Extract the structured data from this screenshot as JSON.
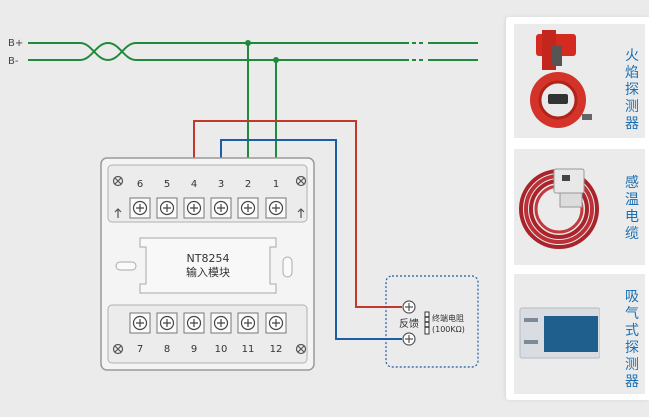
{
  "bus": {
    "plus": "B+",
    "minus": "B-"
  },
  "module": {
    "model": "NT8254",
    "name": "输入模块",
    "top_terminals": [
      "6",
      "5",
      "4",
      "3",
      "2",
      "1"
    ],
    "bottom_terminals": [
      "7",
      "8",
      "9",
      "10",
      "11",
      "12"
    ]
  },
  "feedback": {
    "label": "反馈",
    "resistor_label": "终端电阻",
    "resistor_value": "(100KΩ)"
  },
  "devices": [
    {
      "name": "火焰探测器",
      "icon": "flame-detector"
    },
    {
      "name": "感温电缆",
      "icon": "heat-sensing-cable"
    },
    {
      "name": "吸气式探测器",
      "icon": "aspirating-detector"
    }
  ],
  "colors": {
    "bus_wire": "#1f8a3b",
    "red_wire": "#c0392b",
    "blue_wire": "#1d5ea3",
    "label": "#1b6fb3"
  }
}
